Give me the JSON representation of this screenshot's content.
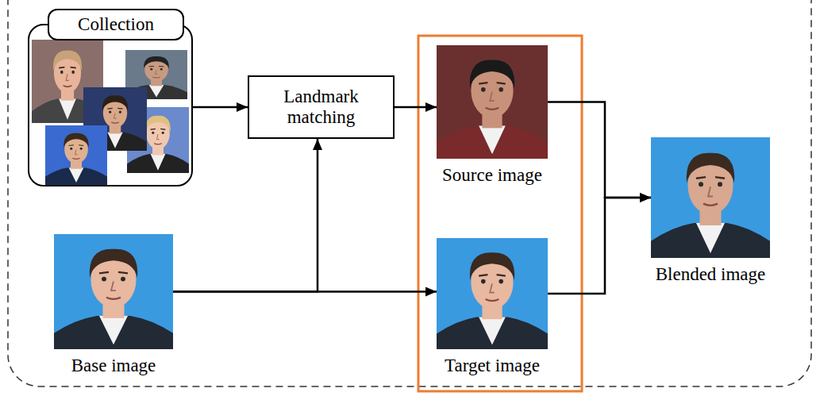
{
  "diagram": {
    "nodes": [
      {
        "text": [
          "Collection"
        ]
      },
      {
        "text": [
          "Landmark matching"
        ]
      },
      {
        "text": [
          "Source image"
        ]
      },
      {
        "text": [
          "Base image"
        ]
      },
      {
        "text": [
          "Target image"
        ]
      },
      {
        "text": [
          "Blended image"
        ]
      }
    ],
    "edges": [
      {
        "from": 0,
        "to": 1,
        "arrow": "to"
      },
      {
        "from": 1,
        "to": 2,
        "arrow": "to"
      },
      {
        "from": 3,
        "to": 1,
        "arrow": "to"
      },
      {
        "from": 3,
        "to": 4,
        "arrow": "to"
      },
      {
        "from": 2,
        "to": 5,
        "arrow": "to"
      },
      {
        "from": 4,
        "to": 5,
        "arrow": "to"
      }
    ]
  }
}
